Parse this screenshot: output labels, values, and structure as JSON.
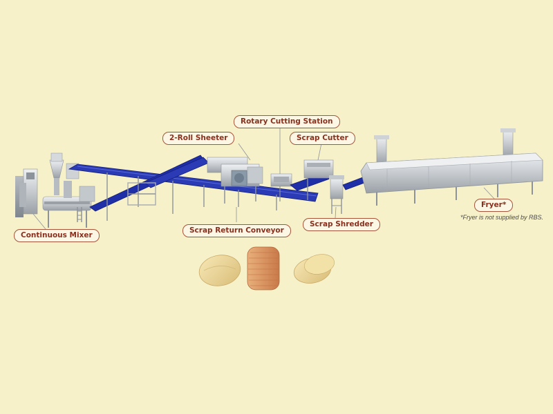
{
  "labels": {
    "continuous_mixer": "Continuous Mixer",
    "two_roll_sheeter": "2-Roll Sheeter",
    "rotary_cutting_station": "Rotary Cutting Station",
    "scrap_cutter": "Scrap Cutter",
    "scrap_return_conveyor": "Scrap Return Conveyor",
    "scrap_shredder": "Scrap Shredder",
    "fryer": "Fryer*"
  },
  "footnote": "*Fryer is not supplied by RBS.",
  "colors": {
    "background": "#f6f1c9",
    "label_border": "#a8543a",
    "label_text": "#8a2f1d",
    "conveyor_belt": "#1f2fa8",
    "machine_metal": "#c9cccf"
  }
}
